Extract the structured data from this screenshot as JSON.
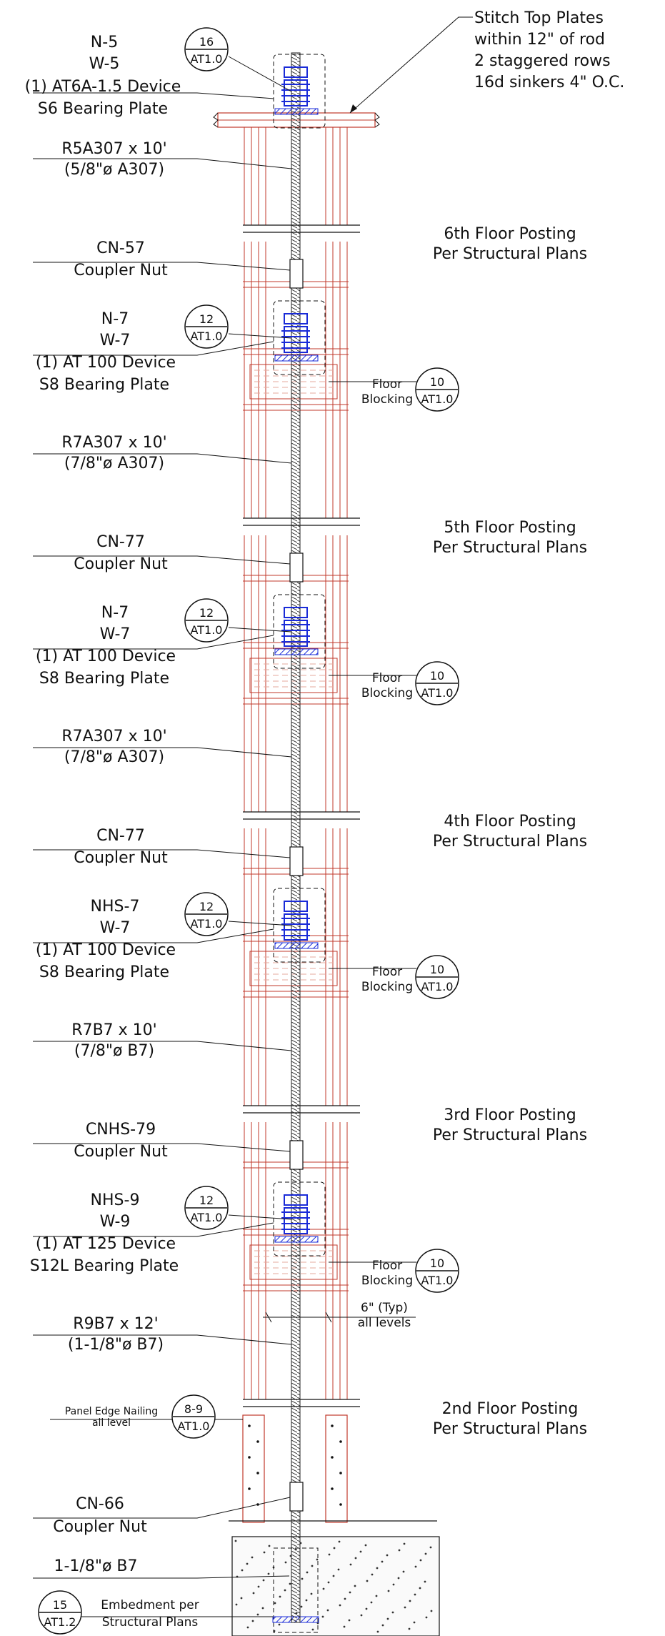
{
  "colors": {
    "ink": "#111111",
    "framing": "#c0392b",
    "framing_light": "#e6a89c",
    "device": "#1a2bd8",
    "concrete_dot": "#333333"
  },
  "top_note": {
    "lines": [
      "Stitch Top Plates",
      "within 12\" of rod",
      "2 staggered rows",
      "16d sinkers 4\" O.C."
    ]
  },
  "levels": [
    {
      "nut": "N-5",
      "washer": "W-5",
      "device": "(1) AT6A-1.5 Device",
      "plate": "S6 Bearing Plate",
      "detail": {
        "num": "16",
        "sheet": "AT1.0"
      },
      "rod": "R5A307 x 10'",
      "rod_dia": "(5/8\"ø A307)"
    },
    {
      "floor": "6th Floor Posting",
      "floor_note": "Per Structural Plans",
      "coupler": "CN-57",
      "coupler_label": "Coupler Nut",
      "nut": "N-7",
      "washer": "W-7",
      "device": "(1) AT 100 Device",
      "plate": "S8 Bearing Plate",
      "detail": {
        "num": "12",
        "sheet": "AT1.0"
      },
      "blocking": {
        "line1": "Floor",
        "line2": "Blocking",
        "num": "10",
        "sheet": "AT1.0"
      },
      "rod": "R7A307 x 10'",
      "rod_dia": "(7/8\"ø A307)"
    },
    {
      "floor": "5th Floor Posting",
      "floor_note": "Per Structural Plans",
      "coupler": "CN-77",
      "coupler_label": "Coupler Nut",
      "nut": "N-7",
      "washer": "W-7",
      "device": "(1) AT 100 Device",
      "plate": "S8 Bearing Plate",
      "detail": {
        "num": "12",
        "sheet": "AT1.0"
      },
      "blocking": {
        "line1": "Floor",
        "line2": "Blocking",
        "num": "10",
        "sheet": "AT1.0"
      },
      "rod": "R7A307 x 10'",
      "rod_dia": "(7/8\"ø A307)"
    },
    {
      "floor": "4th Floor Posting",
      "floor_note": "Per Structural Plans",
      "coupler": "CN-77",
      "coupler_label": "Coupler Nut",
      "nut": "NHS-7",
      "washer": "W-7",
      "device": "(1) AT 100 Device",
      "plate": "S8 Bearing Plate",
      "detail": {
        "num": "12",
        "sheet": "AT1.0"
      },
      "blocking": {
        "line1": "Floor",
        "line2": "Blocking",
        "num": "10",
        "sheet": "AT1.0"
      },
      "rod": "R7B7 x 10'",
      "rod_dia": "(7/8\"ø B7)"
    },
    {
      "floor": "3rd Floor Posting",
      "floor_note": "Per Structural Plans",
      "coupler": "CNHS-79",
      "coupler_label": "Coupler Nut",
      "nut": "NHS-9",
      "washer": "W-9",
      "device": "(1) AT 125 Device",
      "plate": "S12L Bearing Plate",
      "detail": {
        "num": "12",
        "sheet": "AT1.0"
      },
      "blocking": {
        "line1": "Floor",
        "line2": "Blocking",
        "num": "10",
        "sheet": "AT1.0"
      },
      "rod": "R9B7 x 12'",
      "rod_dia": "(1-1/8\"ø B7)",
      "spacing": {
        "line1": "6\" (Typ)",
        "line2": "all levels"
      }
    }
  ],
  "bottom": {
    "floor": "2nd Floor Posting",
    "floor_note": "Per Structural Plans",
    "panel_edge": {
      "line1": "Panel Edge Nailing",
      "line2": "all level",
      "num": "8-9",
      "sheet": "AT1.0"
    },
    "coupler": "CN-66",
    "coupler_label": "Coupler Nut",
    "anchor": "1-1/8\"ø B7",
    "embed": {
      "line1": "Embedment per",
      "line2": "Structural Plans",
      "num": "15",
      "sheet": "AT1.2"
    }
  }
}
